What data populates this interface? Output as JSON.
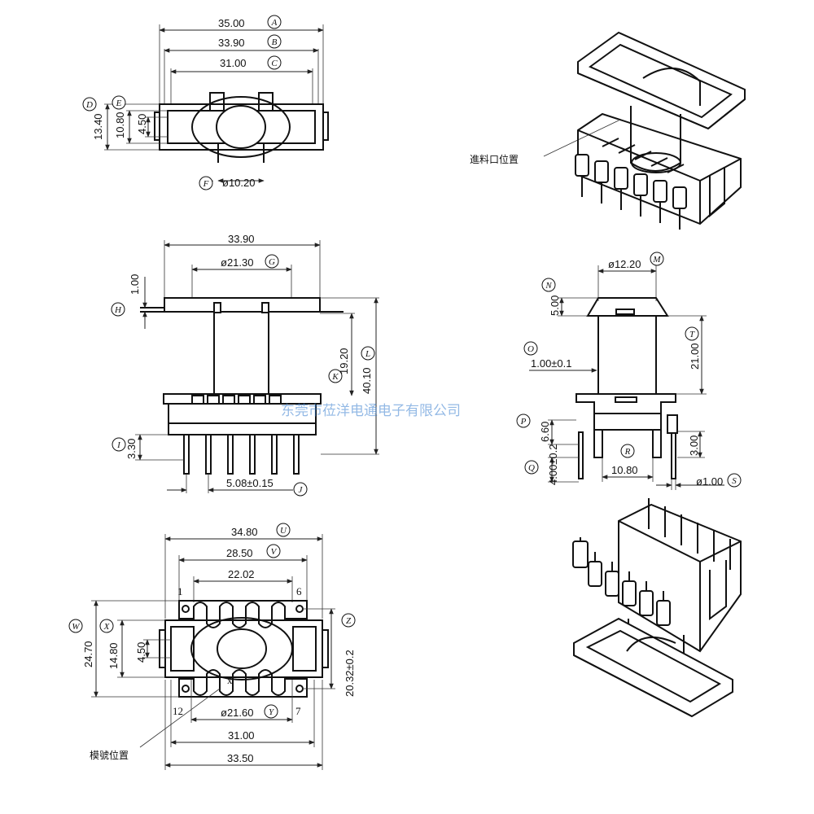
{
  "top_view": {
    "dims": {
      "a": "35.00",
      "b": "33.90",
      "c": "31.00",
      "d": "13.40",
      "e": "10.80",
      "e2": "4.50",
      "f": "ø10.20"
    },
    "tags": {
      "a": "A",
      "b": "B",
      "c": "C",
      "d": "D",
      "e": "E",
      "f": "F"
    }
  },
  "front_view": {
    "dims": {
      "width": "33.90",
      "g": "ø21.30",
      "h": "1.00",
      "k": "19.20",
      "l": "40.10",
      "i": "3.30",
      "j": "5.08±0.15"
    },
    "tags": {
      "g": "G",
      "h": "H",
      "k": "K",
      "l": "L",
      "i": "I",
      "j": "J"
    }
  },
  "bottom_view": {
    "dims": {
      "u": "34.80",
      "v": "28.50",
      "inner": "22.02",
      "w": "24.70",
      "x": "14.80",
      "x2": "4.50",
      "z": "20.32±0.2",
      "y": "ø21.60",
      "c31": "31.00",
      "c335": "33.50"
    },
    "tags": {
      "u": "U",
      "v": "V",
      "w": "W",
      "x": "X",
      "y": "Y",
      "z": "Z"
    },
    "pin_numbers": {
      "p1": "1",
      "p6": "6",
      "p12": "12",
      "p7": "7"
    },
    "x_mark": "x",
    "mold_label": "模號位置"
  },
  "side_view": {
    "dims": {
      "m": "ø12.20",
      "n": "5.00",
      "o": "1.00±0.1",
      "t": "21.00",
      "p": "6.60",
      "q": "4.00±0.2",
      "r": "10.80",
      "s": "ø1.00",
      "s3": "3.00"
    },
    "tags": {
      "m": "M",
      "n": "N",
      "o": "O",
      "t": "T",
      "p": "P",
      "q": "Q",
      "r": "R",
      "s": "S"
    }
  },
  "iso_top": {
    "gate_label": "進料口位置"
  },
  "watermark": "东莞市莅洋电通电子有限公司",
  "colors": {
    "line": "#111111",
    "watermark": "#3a7fd0"
  }
}
